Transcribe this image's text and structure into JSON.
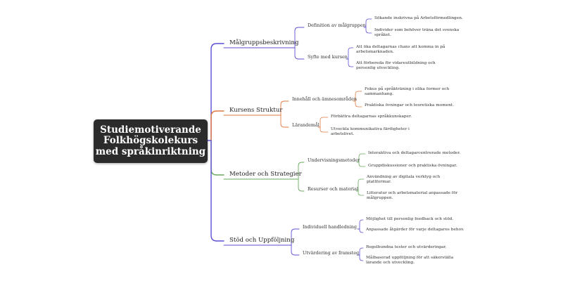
{
  "root": {
    "title": "Studiemotiverande Folkhögskolekurs med språkinriktning"
  },
  "colors": {
    "blue": "#5b4fd3",
    "orange": "#e07a40",
    "green": "#6aaa5e"
  },
  "branches": [
    {
      "label": "Målgruppsbeskrivning",
      "color": "blue",
      "children": [
        {
          "label": "Definition av målgruppen",
          "items": [
            "Sökande inskrivna på Arbetsförmedlingen.",
            "Individer som behöver träna det svenska språket."
          ]
        },
        {
          "label": "Syfte med kursen",
          "items": [
            "Att öka deltagarnas chans att komma in på arbetsmarknaden.",
            "Att förbereda för vidareutbildning och personlig utveckling."
          ]
        }
      ]
    },
    {
      "label": "Kursens Struktur",
      "color": "orange",
      "children": [
        {
          "label": "Innehåll och ämnesområden",
          "items": [
            "Fokus på språkträning i olika former och sammanhang.",
            "Praktiska övningar och teoretiska moment."
          ]
        },
        {
          "label": "Lärandemål",
          "items": [
            "Förbättra deltagarnas språkkunskaper.",
            "Utveckla kommunikativa färdigheter i arbetslivet."
          ]
        }
      ]
    },
    {
      "label": "Metoder och Strategier",
      "color": "green",
      "children": [
        {
          "label": "Undervisningsmetoder",
          "items": [
            "Interaktiva och deltagarcentrerade metoder.",
            "Gruppdiskussioner och praktiska övningar."
          ]
        },
        {
          "label": "Resurser och material",
          "items": [
            "Användning av digitala verktyg och plattformar.",
            "Litteratur och arbetsmaterial anpassade för målgruppen."
          ]
        }
      ]
    },
    {
      "label": "Stöd och Uppföljning",
      "color": "blue",
      "children": [
        {
          "label": "Individuell handledning",
          "items": [
            "Möjlighet till personlig feedback och stöd.",
            "Anpassade åtgärder för varje deltagares behov."
          ]
        },
        {
          "label": "Utvärdering av framsteg",
          "items": [
            "Regelbundna tester och utvärderingar.",
            "Målbaserad uppföljning för att säkerställa lärande och utveckling."
          ]
        }
      ]
    }
  ]
}
